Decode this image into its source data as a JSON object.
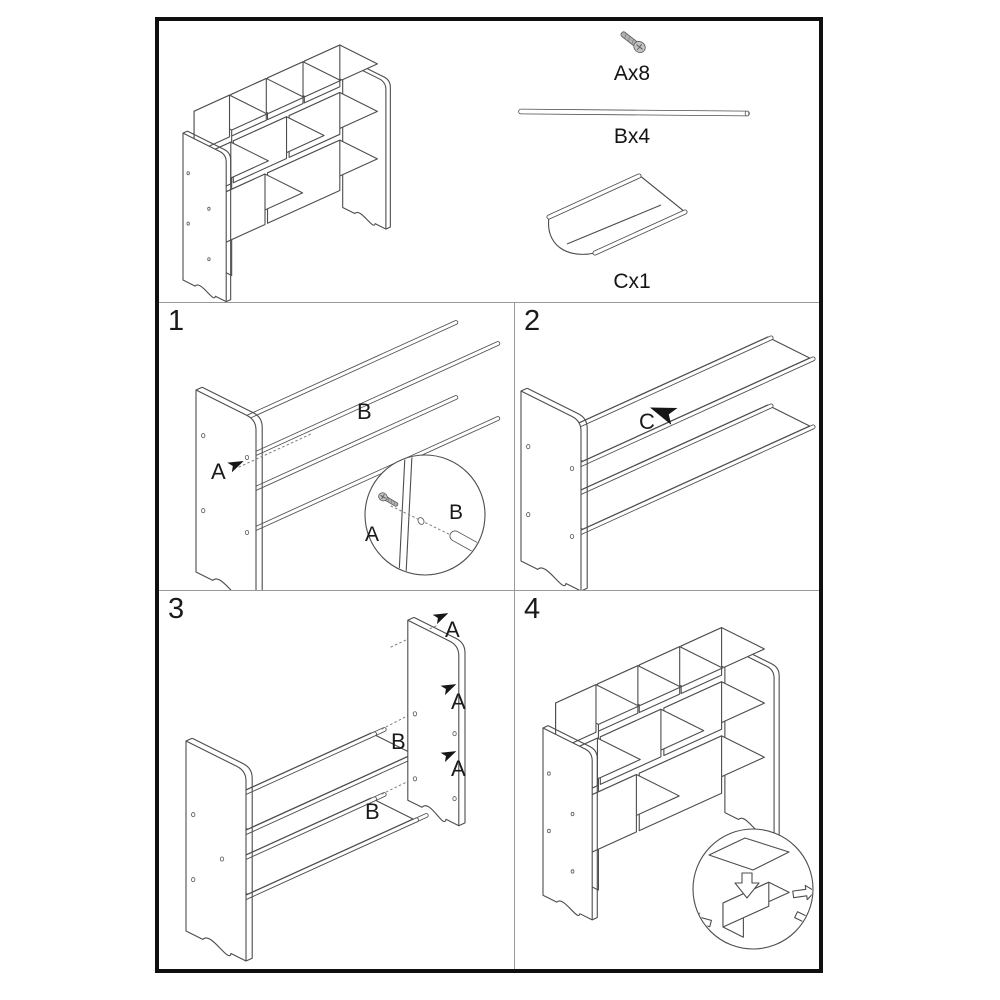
{
  "sheet": {
    "kind": "assembly-instructions"
  },
  "colors": {
    "line": "#4d4d4d",
    "text": "#1a1a1a",
    "frame": "#0f0f0f",
    "divider": "#9a9a9a",
    "arrow": "#161616",
    "screw_fill": "#b5b5b5"
  },
  "parts_list": [
    {
      "part": "A",
      "label": "Ax8",
      "icon": "screw-icon",
      "quantity": 8
    },
    {
      "part": "B",
      "label": "Bx4",
      "icon": "rod-icon",
      "quantity": 4
    },
    {
      "part": "C",
      "label": "Cx1",
      "icon": "fabric-bin-icon",
      "quantity": 1
    }
  ],
  "steps": [
    {
      "number": "1",
      "callouts": {
        "a": "A",
        "b": "B"
      },
      "detail": {
        "a": "A",
        "b": "B"
      }
    },
    {
      "number": "2",
      "callouts": {
        "c": "C"
      }
    },
    {
      "number": "3",
      "callouts": {
        "a1": "A",
        "a2": "A",
        "a3": "A",
        "b1": "B",
        "b2": "B"
      }
    },
    {
      "number": "4",
      "callouts": {}
    }
  ]
}
